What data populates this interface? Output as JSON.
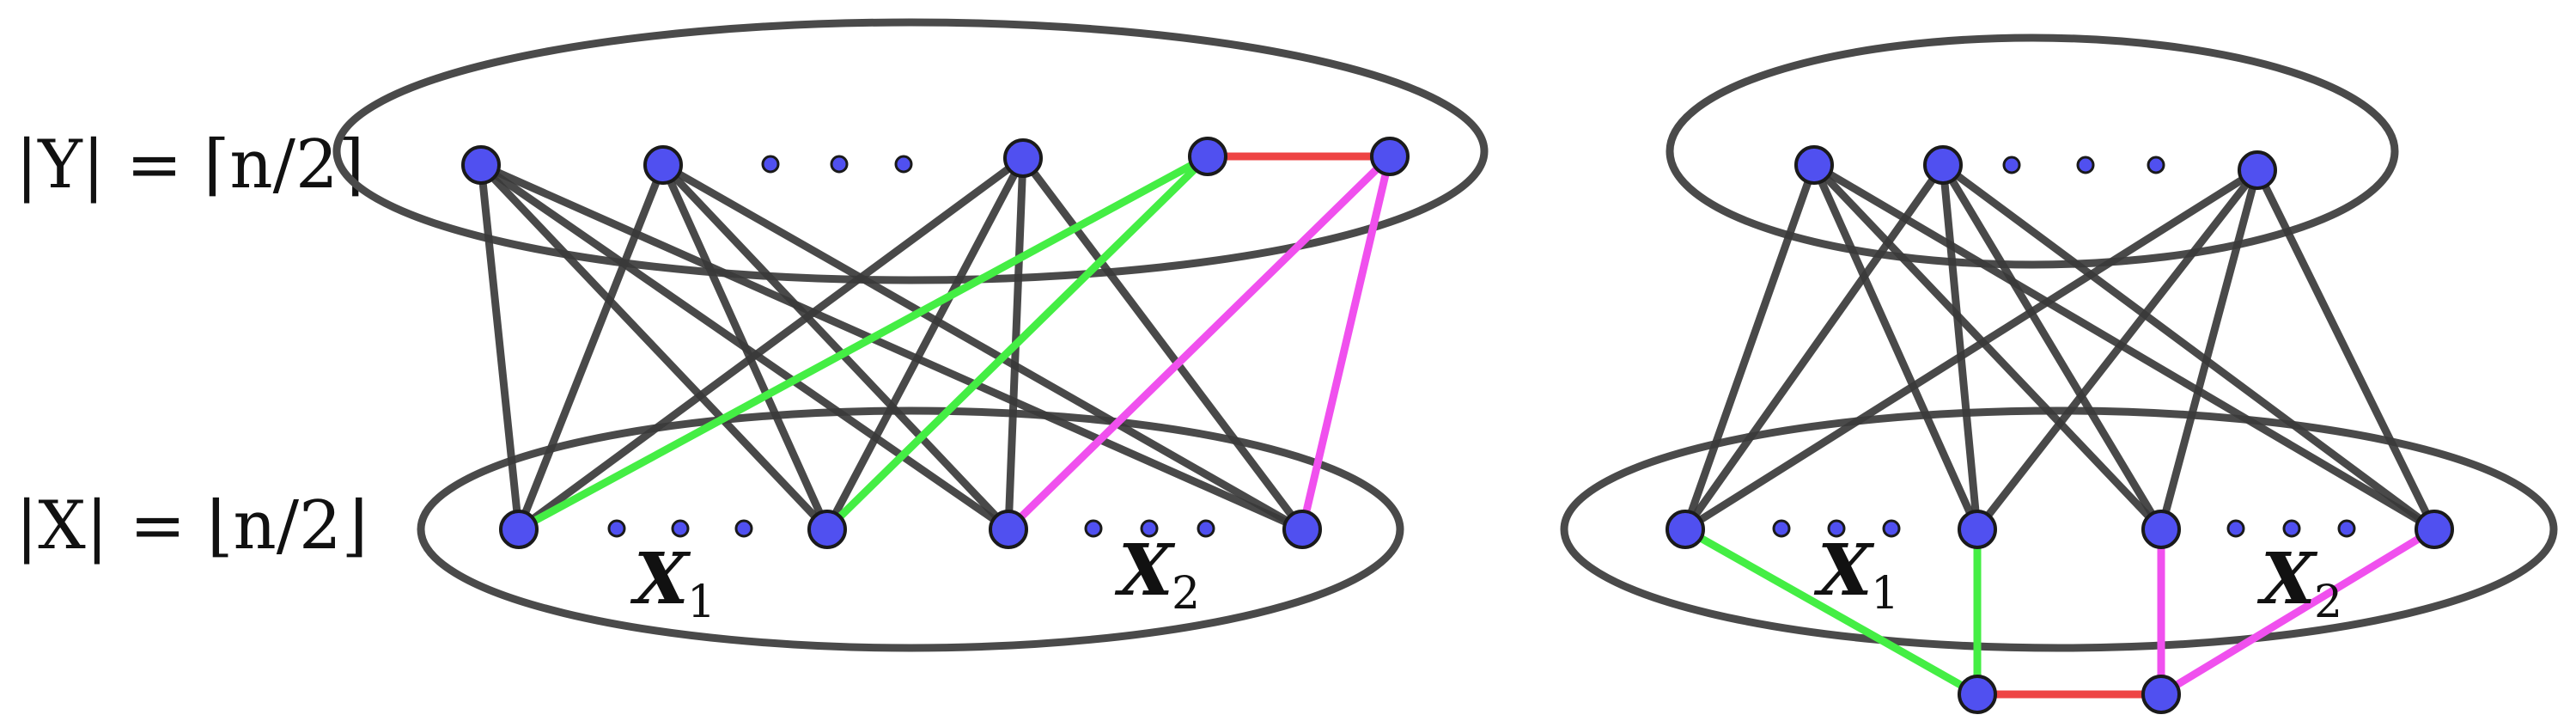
{
  "labels": {
    "y_set": "|Y| = ⌈n/2⌉",
    "x_set": "|X| = ⌊n/2⌋",
    "left_x1": "X",
    "left_x1_sub": "1",
    "left_x2": "X",
    "left_x2_sub": "2",
    "right_x1": "X",
    "right_x1_sub": "1",
    "right_x2": "X",
    "right_x2_sub": "2"
  },
  "colors": {
    "vertex_fill": "#5050f0",
    "vertex_stroke": "#1a1a1a",
    "edge_black": "#3a3a3a",
    "edge_green": "#44ee44",
    "edge_magenta": "#f050ee",
    "edge_red": "#ee4444",
    "ellipse": "#4a4a4a"
  },
  "graphs": [
    {
      "id": "left",
      "vertices": [
        "y1",
        "y2",
        "y3",
        "y4",
        "y5",
        "x1",
        "x2",
        "x3",
        "x4"
      ],
      "edges": [
        {
          "from": "y1",
          "to": "x1",
          "color": "black"
        },
        {
          "from": "y1",
          "to": "x2",
          "color": "black"
        },
        {
          "from": "y1",
          "to": "x3",
          "color": "black"
        },
        {
          "from": "y1",
          "to": "x4",
          "color": "black"
        },
        {
          "from": "y2",
          "to": "x1",
          "color": "black"
        },
        {
          "from": "y2",
          "to": "x2",
          "color": "black"
        },
        {
          "from": "y2",
          "to": "x3",
          "color": "black"
        },
        {
          "from": "y2",
          "to": "x4",
          "color": "black"
        },
        {
          "from": "y3",
          "to": "x1",
          "color": "black"
        },
        {
          "from": "y3",
          "to": "x2",
          "color": "black"
        },
        {
          "from": "y3",
          "to": "x3",
          "color": "black"
        },
        {
          "from": "y3",
          "to": "x4",
          "color": "black"
        },
        {
          "from": "y4",
          "to": "x1",
          "color": "green"
        },
        {
          "from": "y4",
          "to": "x2",
          "color": "green"
        },
        {
          "from": "y5",
          "to": "x3",
          "color": "magenta"
        },
        {
          "from": "y5",
          "to": "x4",
          "color": "magenta"
        },
        {
          "from": "y4",
          "to": "y5",
          "color": "red"
        }
      ]
    },
    {
      "id": "right",
      "vertices": [
        "y1",
        "y2",
        "y3",
        "x1",
        "x2",
        "x3",
        "x4",
        "b1",
        "b2"
      ],
      "edges": [
        {
          "from": "y1",
          "to": "x1",
          "color": "black"
        },
        {
          "from": "y1",
          "to": "x2",
          "color": "black"
        },
        {
          "from": "y1",
          "to": "x3",
          "color": "black"
        },
        {
          "from": "y1",
          "to": "x4",
          "color": "black"
        },
        {
          "from": "y2",
          "to": "x1",
          "color": "black"
        },
        {
          "from": "y2",
          "to": "x2",
          "color": "black"
        },
        {
          "from": "y2",
          "to": "x3",
          "color": "black"
        },
        {
          "from": "y2",
          "to": "x4",
          "color": "black"
        },
        {
          "from": "y3",
          "to": "x1",
          "color": "black"
        },
        {
          "from": "y3",
          "to": "x2",
          "color": "black"
        },
        {
          "from": "y3",
          "to": "x3",
          "color": "black"
        },
        {
          "from": "y3",
          "to": "x4",
          "color": "black"
        },
        {
          "from": "x1",
          "to": "b1",
          "color": "green"
        },
        {
          "from": "x2",
          "to": "b1",
          "color": "green"
        },
        {
          "from": "x3",
          "to": "b2",
          "color": "magenta"
        },
        {
          "from": "x4",
          "to": "b2",
          "color": "magenta"
        },
        {
          "from": "b1",
          "to": "b2",
          "color": "red"
        }
      ]
    }
  ]
}
